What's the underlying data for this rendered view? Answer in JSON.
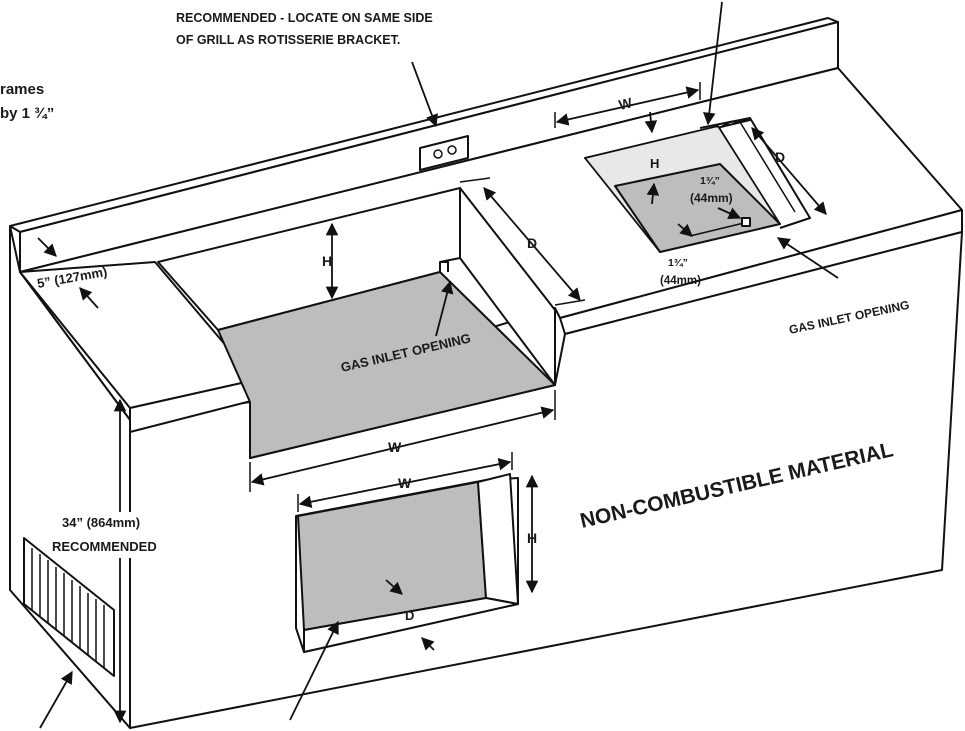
{
  "labels": {
    "top_note_line1": "RECOMMENDED - LOCATE ON SAME SIDE",
    "top_note_line2": "OF GRILL AS ROTISSERIE BRACKET.",
    "left_note_line1": "rames",
    "left_note_line2": "by 1 ¾”",
    "ledge_depth": "5” (127mm)",
    "grill_H": "H",
    "grill_D": "D",
    "grill_W": "W",
    "grill_gas_inlet": "GAS INLET OPENING",
    "burner_W": "W",
    "burner_H": "H",
    "burner_D": "D",
    "burner_offset1_a": "1¾”",
    "burner_offset1_b": "(44mm)",
    "burner_offset2_a": "1¾”",
    "burner_offset2_b": "(44mm)",
    "burner_gas_inlet": "GAS INLET OPENING",
    "door_W": "W",
    "door_H": "H",
    "door_D": "D",
    "height_line1": "34” (864mm)",
    "height_line2": "RECOMMENDED",
    "material": "NON-COMBUSTIBLE MATERIAL"
  },
  "colors": {
    "line": "#111111",
    "cutout_floor": "#bdbdbd",
    "background": "#ffffff"
  },
  "icons": [
    "electrical-outlet-icon",
    "vent-grille-icon"
  ]
}
